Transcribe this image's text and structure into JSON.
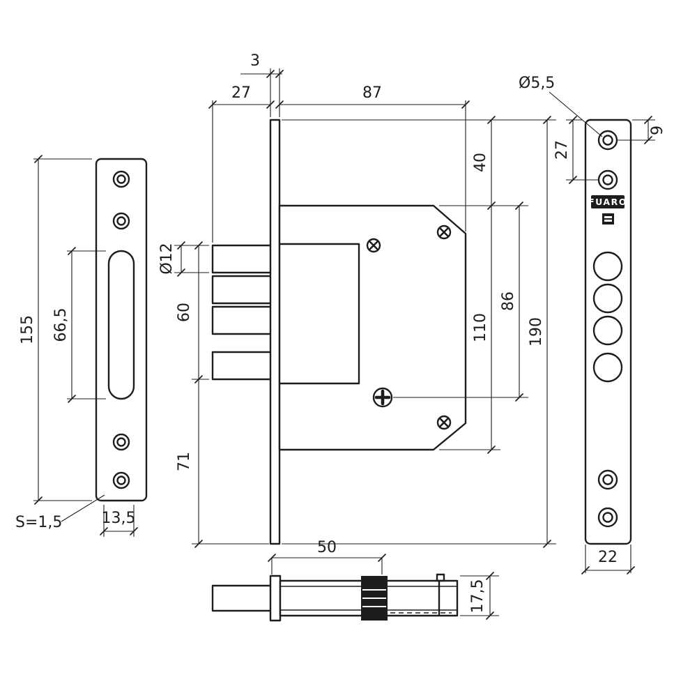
{
  "drawing": {
    "brand": "FUARO",
    "colors": {
      "line": "#1d1d1d",
      "background": "#ffffff"
    },
    "dims": {
      "strike_height": "155",
      "strike_slot_length": "66,5",
      "strike_thickness": "S=1,5",
      "strike_slot_width": "13,5",
      "faceplate_thickness": "3",
      "face_to_bolt": "27",
      "body_depth": "87",
      "bolt_diameter": "Ø12",
      "bolt_stack": "60",
      "bolt_to_bottom": "71",
      "top_to_body": "40",
      "body_height": "110",
      "screw_distance": "86",
      "faceplate_height": "190",
      "screw_hole_diameter": "Ø5,5",
      "hole_offset_27": "27",
      "hole_offset_9": "9",
      "faceplate_width": "22",
      "backset": "50",
      "body_thickness": "17,5"
    }
  }
}
